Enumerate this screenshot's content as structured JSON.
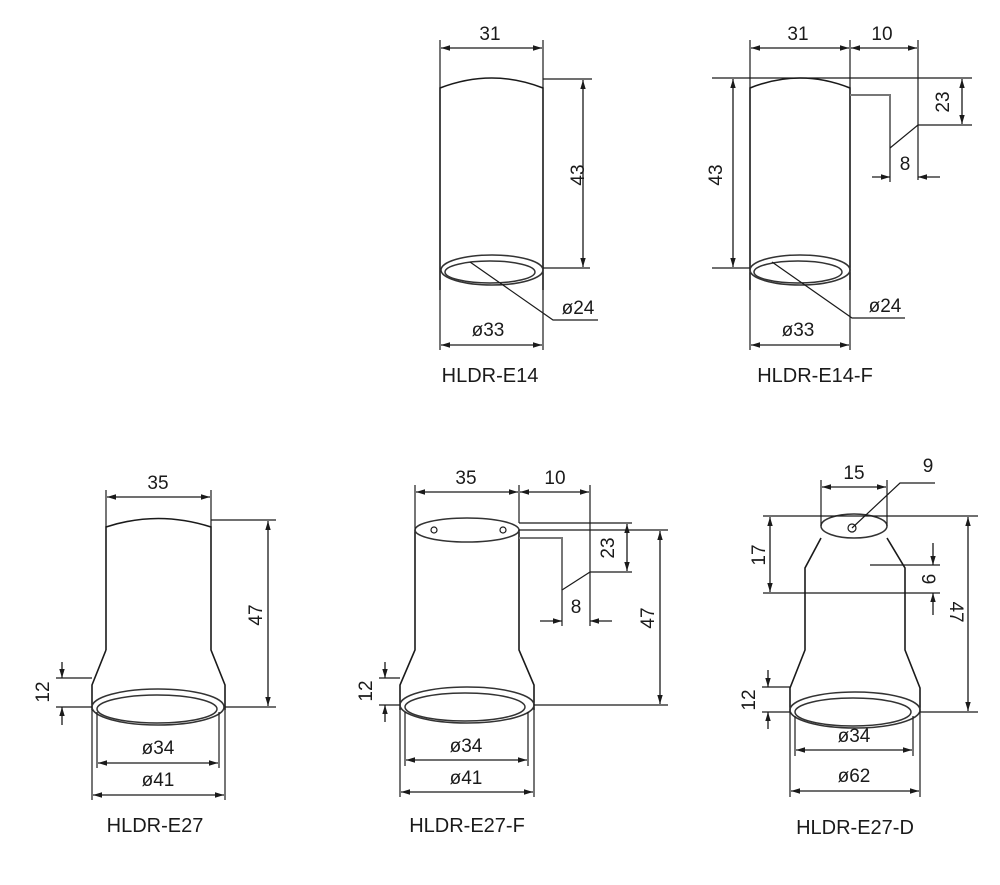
{
  "drawings": [
    {
      "title": "HLDR-E14",
      "width": "31",
      "height": "43",
      "inner_diameter": "ø24",
      "outer_diameter": "ø33"
    },
    {
      "title": "HLDR-E14-F",
      "width": "31",
      "offset": "10",
      "height": "43",
      "bracket_height": "23",
      "bracket_width": "8",
      "inner_diameter": "ø24",
      "outer_diameter": "ø33"
    },
    {
      "title": "HLDR-E27",
      "width": "35",
      "height": "47",
      "ring_height": "12",
      "inner_diameter": "ø34",
      "outer_diameter": "ø41"
    },
    {
      "title": "HLDR-E27-F",
      "width": "35",
      "offset": "10",
      "height": "47",
      "bracket_height": "23",
      "bracket_width": "8",
      "ring_height": "12",
      "inner_diameter": "ø34",
      "outer_diameter": "ø41"
    },
    {
      "title": "HLDR-E27-D",
      "top_width": "15",
      "hole": "9",
      "neck_height": "17",
      "step": "9",
      "height": "47",
      "ring_height": "12",
      "inner_diameter": "ø34",
      "outer_diameter": "ø62"
    }
  ]
}
